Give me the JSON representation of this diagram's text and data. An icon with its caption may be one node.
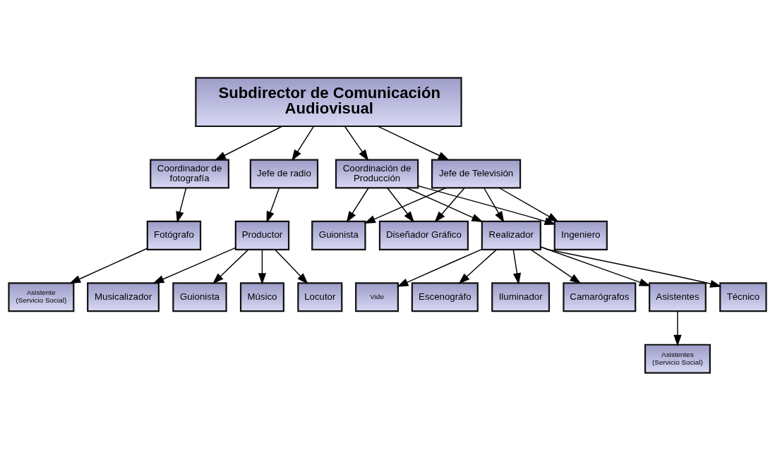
{
  "diagram": {
    "nodes": [
      {
        "text": [
          "Subdirector de Comunicación Audiovisual"
        ]
      },
      {
        "text": [
          "Coordinador de fotografía"
        ]
      },
      {
        "text": [
          "Jefe de radio"
        ]
      },
      {
        "text": [
          "Coordinación de Producción"
        ]
      },
      {
        "text": [
          "Jefe de Televisión"
        ]
      },
      {
        "text": [
          "Fotógrafo"
        ]
      },
      {
        "text": [
          "Productor"
        ]
      },
      {
        "text": [
          "Guionista"
        ]
      },
      {
        "text": [
          "Diseñador Gráfico"
        ]
      },
      {
        "text": [
          "Realizador"
        ]
      },
      {
        "text": [
          "Ingeniero"
        ]
      },
      {
        "text": [
          "Asistente (Servicio Social)"
        ]
      },
      {
        "text": [
          "Vide"
        ]
      },
      {
        "text": [
          "Escenográfo"
        ]
      },
      {
        "text": [
          "Iluminador"
        ]
      },
      {
        "text": [
          "Camarógrafos"
        ]
      },
      {
        "text": [
          "Asistentes"
        ]
      },
      {
        "text": [
          "Técnico"
        ]
      },
      {
        "text": [
          "Asistentes (Servicio Social)"
        ]
      },
      {
        "text": [
          "Musicalizador"
        ]
      },
      {
        "text": [
          "Guionista"
        ]
      },
      {
        "text": [
          "Músico"
        ]
      },
      {
        "text": [
          "Locutor"
        ]
      }
    ],
    "edges": [
      {
        "from": 0,
        "to": 1,
        "arrow": "to"
      },
      {
        "from": 0,
        "to": 2,
        "arrow": "to"
      },
      {
        "from": 0,
        "to": 3,
        "arrow": "to"
      },
      {
        "from": 0,
        "to": 4,
        "arrow": "to"
      },
      {
        "from": 1,
        "to": 5,
        "arrow": "to"
      },
      {
        "from": 5,
        "to": 11,
        "arrow": "to"
      },
      {
        "from": 2,
        "to": 6,
        "arrow": "to"
      },
      {
        "from": 3,
        "to": 7,
        "arrow": "to"
      },
      {
        "from": 3,
        "to": 8,
        "arrow": "to"
      },
      {
        "from": 3,
        "to": 9,
        "arrow": "to"
      },
      {
        "from": 3,
        "to": 10,
        "arrow": "to"
      },
      {
        "from": 4,
        "to": 7,
        "arrow": "to"
      },
      {
        "from": 4,
        "to": 8,
        "arrow": "to"
      },
      {
        "from": 4,
        "to": 9,
        "arrow": "to"
      },
      {
        "from": 4,
        "to": 10,
        "arrow": "to"
      },
      {
        "from": 9,
        "to": 12,
        "arrow": "to"
      },
      {
        "from": 9,
        "to": 13,
        "arrow": "to"
      },
      {
        "from": 9,
        "to": 14,
        "arrow": "to"
      },
      {
        "from": 9,
        "to": 15,
        "arrow": "to"
      },
      {
        "from": 9,
        "to": 16,
        "arrow": "to"
      },
      {
        "from": 9,
        "to": 17,
        "arrow": "to"
      },
      {
        "from": 16,
        "to": 18,
        "arrow": "to"
      },
      {
        "from": 6,
        "to": 19,
        "arrow": "to"
      },
      {
        "from": 6,
        "to": 20,
        "arrow": "to"
      },
      {
        "from": 6,
        "to": 21,
        "arrow": "to"
      },
      {
        "from": 6,
        "to": 22,
        "arrow": "to"
      }
    ]
  }
}
